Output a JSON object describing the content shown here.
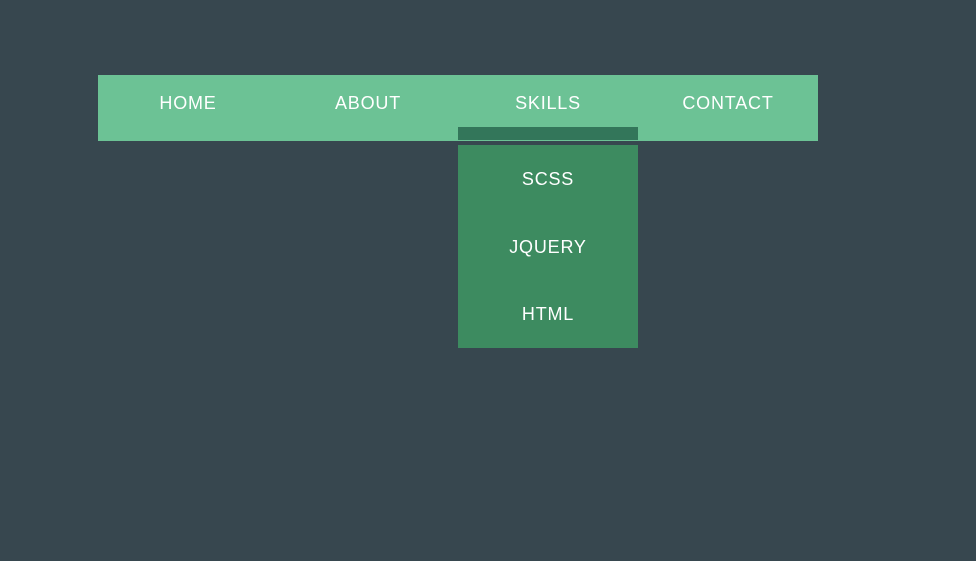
{
  "page": {
    "background_color": "#37474f"
  },
  "navbar": {
    "background_color": "#6cc295",
    "active_indicator_color": "#33765a",
    "text_color": "#ffffff",
    "items": [
      {
        "label": "HOME",
        "active": false
      },
      {
        "label": "ABOUT",
        "active": false
      },
      {
        "label": "SKILLS",
        "active": true
      },
      {
        "label": "CONTACT",
        "active": false
      }
    ]
  },
  "dropdown": {
    "parent_item": "SKILLS",
    "background_color": "#3d8b60",
    "text_color": "#ffffff",
    "visible": true,
    "items": [
      {
        "label": "SCSS"
      },
      {
        "label": "JQUERY"
      },
      {
        "label": "HTML"
      }
    ]
  }
}
